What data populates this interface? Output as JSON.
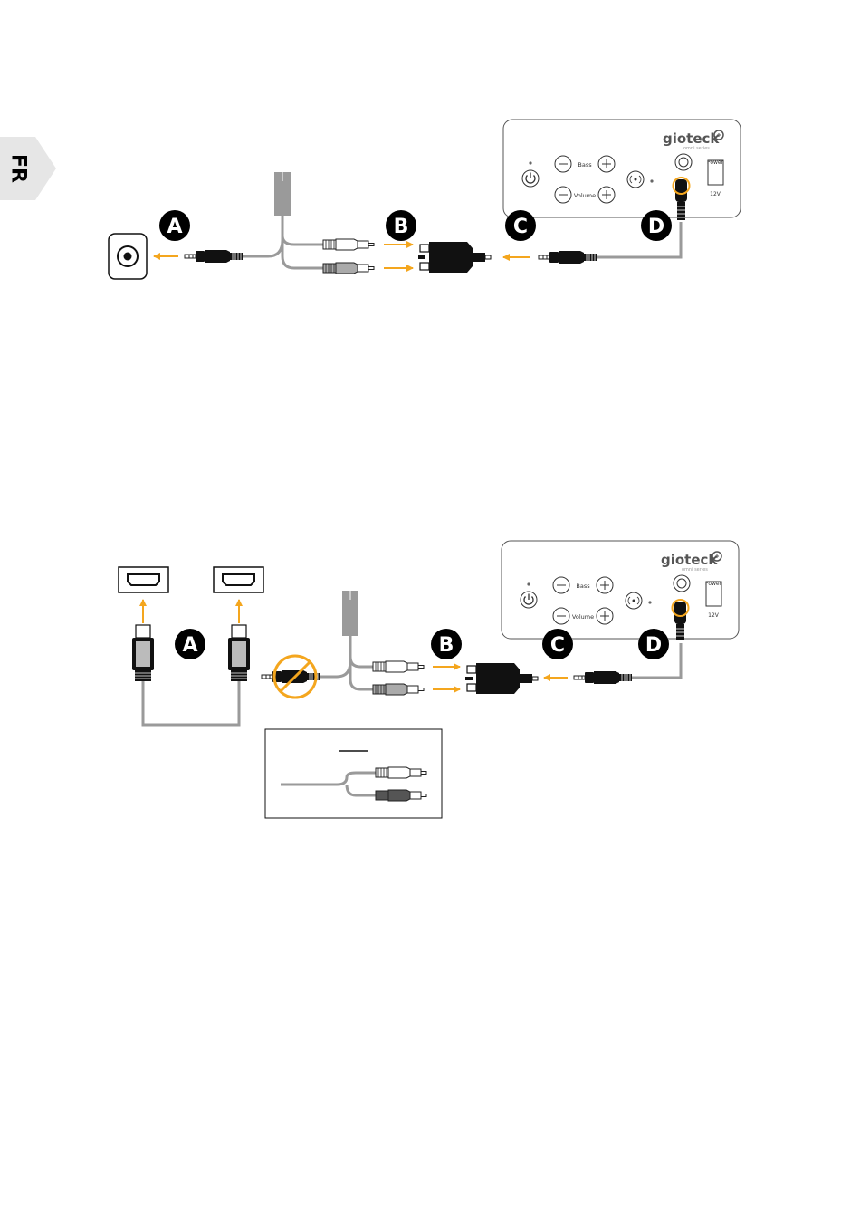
{
  "side_tab": {
    "label": "FR"
  },
  "badges": {
    "a": "A",
    "b": "B",
    "c": "C",
    "d": "D"
  },
  "speaker": {
    "brand": "gioteck",
    "tagline": "omni series",
    "bass_label": "Bass",
    "volume_label": "Volume",
    "power_label": "Power",
    "voltage_label": "12V"
  },
  "colors": {
    "accent": "#F4A61E",
    "badge": "#000000",
    "cable": "#9A9A9A",
    "tab": "#E6E6E6"
  },
  "icons": [
    "power-icon",
    "minus-icon",
    "plus-icon",
    "surround-icon",
    "hdmi-port-icon",
    "no-entry-icon"
  ]
}
